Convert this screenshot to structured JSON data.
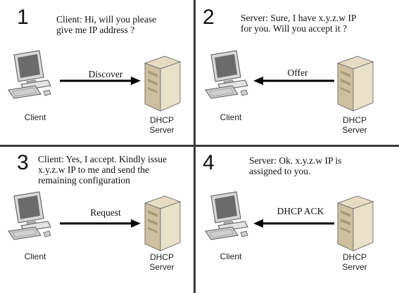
{
  "steps": [
    {
      "number": "1",
      "message_lines": [
        "Client: Hi, will you please",
        "give me IP address ?"
      ],
      "arrow_label": "Discover",
      "direction": "client-to-server"
    },
    {
      "number": "2",
      "message_lines": [
        "Server: Sure, I have x.y.z.w IP",
        "for you. Will you accept it ?"
      ],
      "arrow_label": "Offer",
      "direction": "server-to-client"
    },
    {
      "number": "3",
      "message_lines": [
        "Client: Yes, I accept. Kindly issue",
        "x.y.z.w IP to me and send the",
        "remaining configuration"
      ],
      "arrow_label": "Request",
      "direction": "client-to-server"
    },
    {
      "number": "4",
      "message_lines": [
        "Server: Ok. x.y.z.w IP is",
        "assigned to you."
      ],
      "arrow_label": "DHCP ACK",
      "direction": "server-to-client"
    }
  ],
  "client_label": "Client",
  "server_label_line1": "DHCP",
  "server_label_line2": "Server"
}
